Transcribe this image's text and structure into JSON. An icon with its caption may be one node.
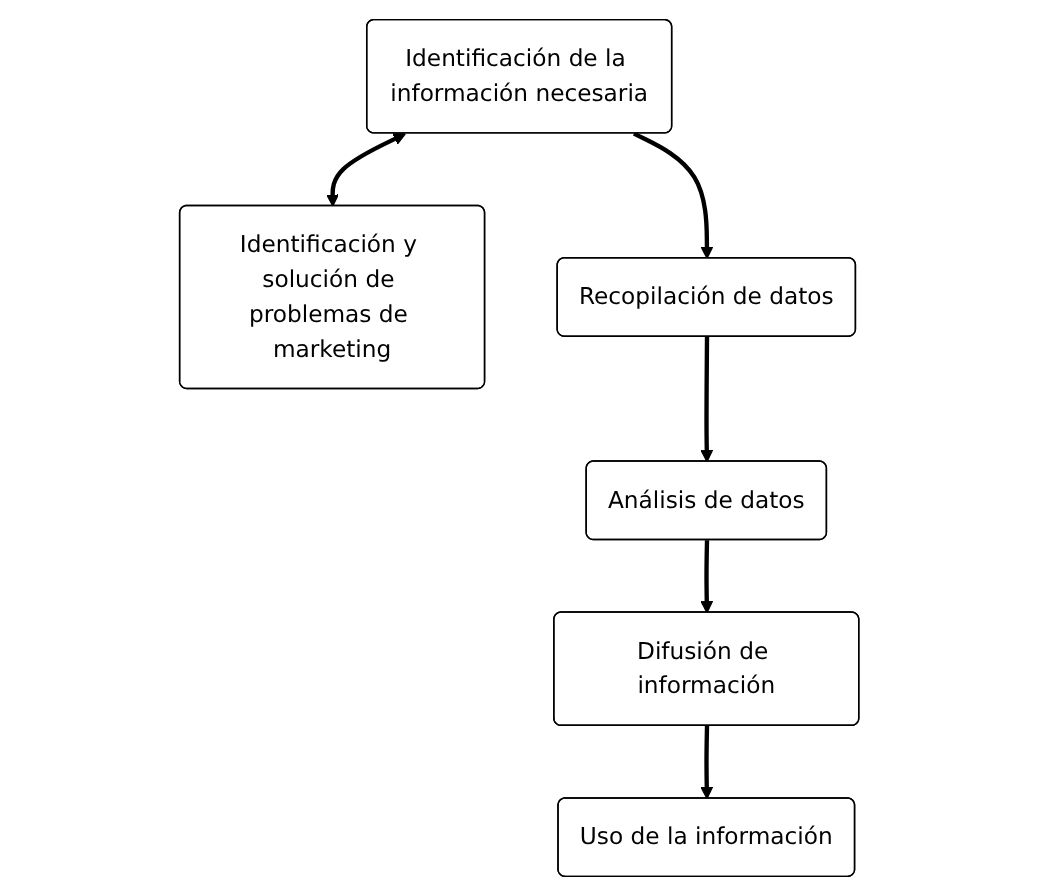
{
  "diagram": {
    "nodes": [
      {
        "text": [
          "Identificación de la información necesaria"
        ]
      },
      {
        "text": [
          "Identificación y solución de problemas de marketing"
        ]
      },
      {
        "text": [
          "Recopilación de datos"
        ]
      },
      {
        "text": [
          "Análisis de datos"
        ]
      },
      {
        "text": [
          "Difusión de información"
        ]
      },
      {
        "text": [
          "Uso de la información"
        ]
      }
    ],
    "edges": [
      {
        "from": 0,
        "to": 1,
        "arrow": "both"
      },
      {
        "from": 0,
        "to": 2,
        "arrow": "to"
      },
      {
        "from": 2,
        "to": 3,
        "arrow": "to"
      },
      {
        "from": 3,
        "to": 4,
        "arrow": "to"
      },
      {
        "from": 4,
        "to": 5,
        "arrow": "to"
      }
    ]
  }
}
